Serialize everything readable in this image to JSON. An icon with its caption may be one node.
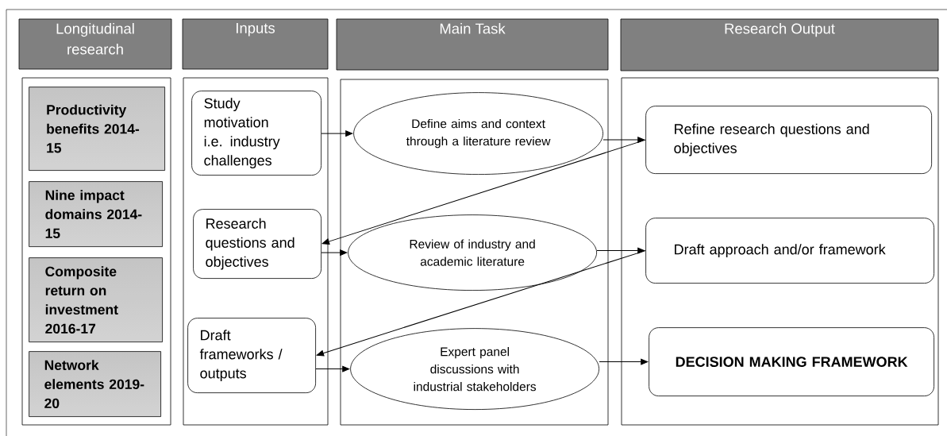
{
  "diagram": {
    "nodes": [
      {
        "text": [
          "Longitudinal research"
        ]
      },
      {
        "text": [
          "Inputs"
        ]
      },
      {
        "text": [
          "Main Task"
        ]
      },
      {
        "text": [
          "Research Output"
        ]
      },
      {
        "text": [],
        "shape": "box"
      },
      {
        "text": [
          "Productivity benefits 2014-15"
        ],
        "in": 4
      },
      {
        "text": [
          "Nine impact domains 2014-15"
        ],
        "in": 4
      },
      {
        "text": [
          "Composite return on investment 2016-17"
        ],
        "in": 4
      },
      {
        "text": [
          "Network elements 2019-20"
        ],
        "in": 4
      },
      {
        "text": [],
        "shape": "box"
      },
      {
        "text": [
          "Study motivation i.e. industry challenges"
        ],
        "in": 9
      },
      {
        "text": [
          "Research questions and objectives"
        ],
        "in": 9
      },
      {
        "text": [
          "Draft frameworks / outputs"
        ],
        "in": 9
      },
      {
        "text": [],
        "shape": "box"
      },
      {
        "text": [
          "Define aims and context through a literature review"
        ],
        "in": 13
      },
      {
        "text": [
          "Review of industry and academic literature"
        ],
        "in": 13
      },
      {
        "text": [
          "Expert panel discussions with industrial stakeholders"
        ],
        "in": 13
      },
      {
        "text": [],
        "shape": "box"
      },
      {
        "text": [
          "Refine research questions and objectives"
        ],
        "in": 17
      },
      {
        "text": [
          "Draft approach and/or framework"
        ],
        "in": 17
      },
      {
        "text": [
          "DECISION MAKING FRAMEWORK"
        ],
        "in": 17
      }
    ],
    "edges": [
      {
        "from": 10,
        "to": 14,
        "arrow": "to"
      },
      {
        "from": 14,
        "to": 18,
        "arrow": "to"
      },
      {
        "from": 18,
        "to": 11,
        "arrow": "to"
      },
      {
        "from": 11,
        "to": 15,
        "arrow": "to"
      },
      {
        "from": 15,
        "to": 19,
        "arrow": "to"
      },
      {
        "from": 19,
        "to": 12,
        "arrow": "to"
      },
      {
        "from": 12,
        "to": 16,
        "arrow": "to"
      },
      {
        "from": 16,
        "to": 20,
        "arrow": "to"
      }
    ]
  }
}
